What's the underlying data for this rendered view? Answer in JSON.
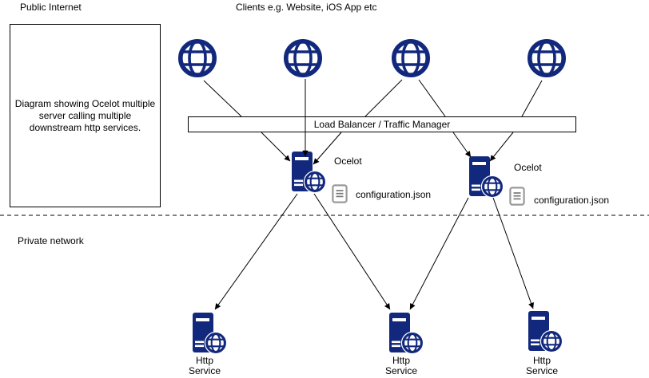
{
  "colors": {
    "navy": "#12287C",
    "document_gray": "#999999",
    "line_black": "#000000",
    "background": "#FFFFFF"
  },
  "zones": {
    "public_internet": {
      "label": "Public Internet"
    },
    "private_network": {
      "label": "Private network"
    }
  },
  "description_box": {
    "text": "Diagram showing Ocelot multiple server calling multiple downstream http services."
  },
  "clients": {
    "label": "Clients e.g. Website, iOS App etc",
    "items": [
      {
        "icon": "globe-icon"
      },
      {
        "icon": "globe-icon"
      },
      {
        "icon": "globe-icon"
      },
      {
        "icon": "globe-icon"
      }
    ]
  },
  "load_balancer": {
    "label": "Load Balancer / Traffic Manager"
  },
  "gateways": [
    {
      "label": "Ocelot",
      "icon": "server-globe-icon",
      "config_file": {
        "icon": "document-icon",
        "label": "configuration.json"
      }
    },
    {
      "label": "Ocelot",
      "icon": "server-globe-icon",
      "config_file": {
        "icon": "document-icon",
        "label": "configuration.json"
      }
    }
  ],
  "services": [
    {
      "icon": "server-globe-icon",
      "label_line1": "Http",
      "label_line2": "Service"
    },
    {
      "icon": "server-globe-icon",
      "label_line1": "Http",
      "label_line2": "Service"
    },
    {
      "icon": "server-globe-icon",
      "label_line1": "Http",
      "label_line2": "Service"
    }
  ]
}
